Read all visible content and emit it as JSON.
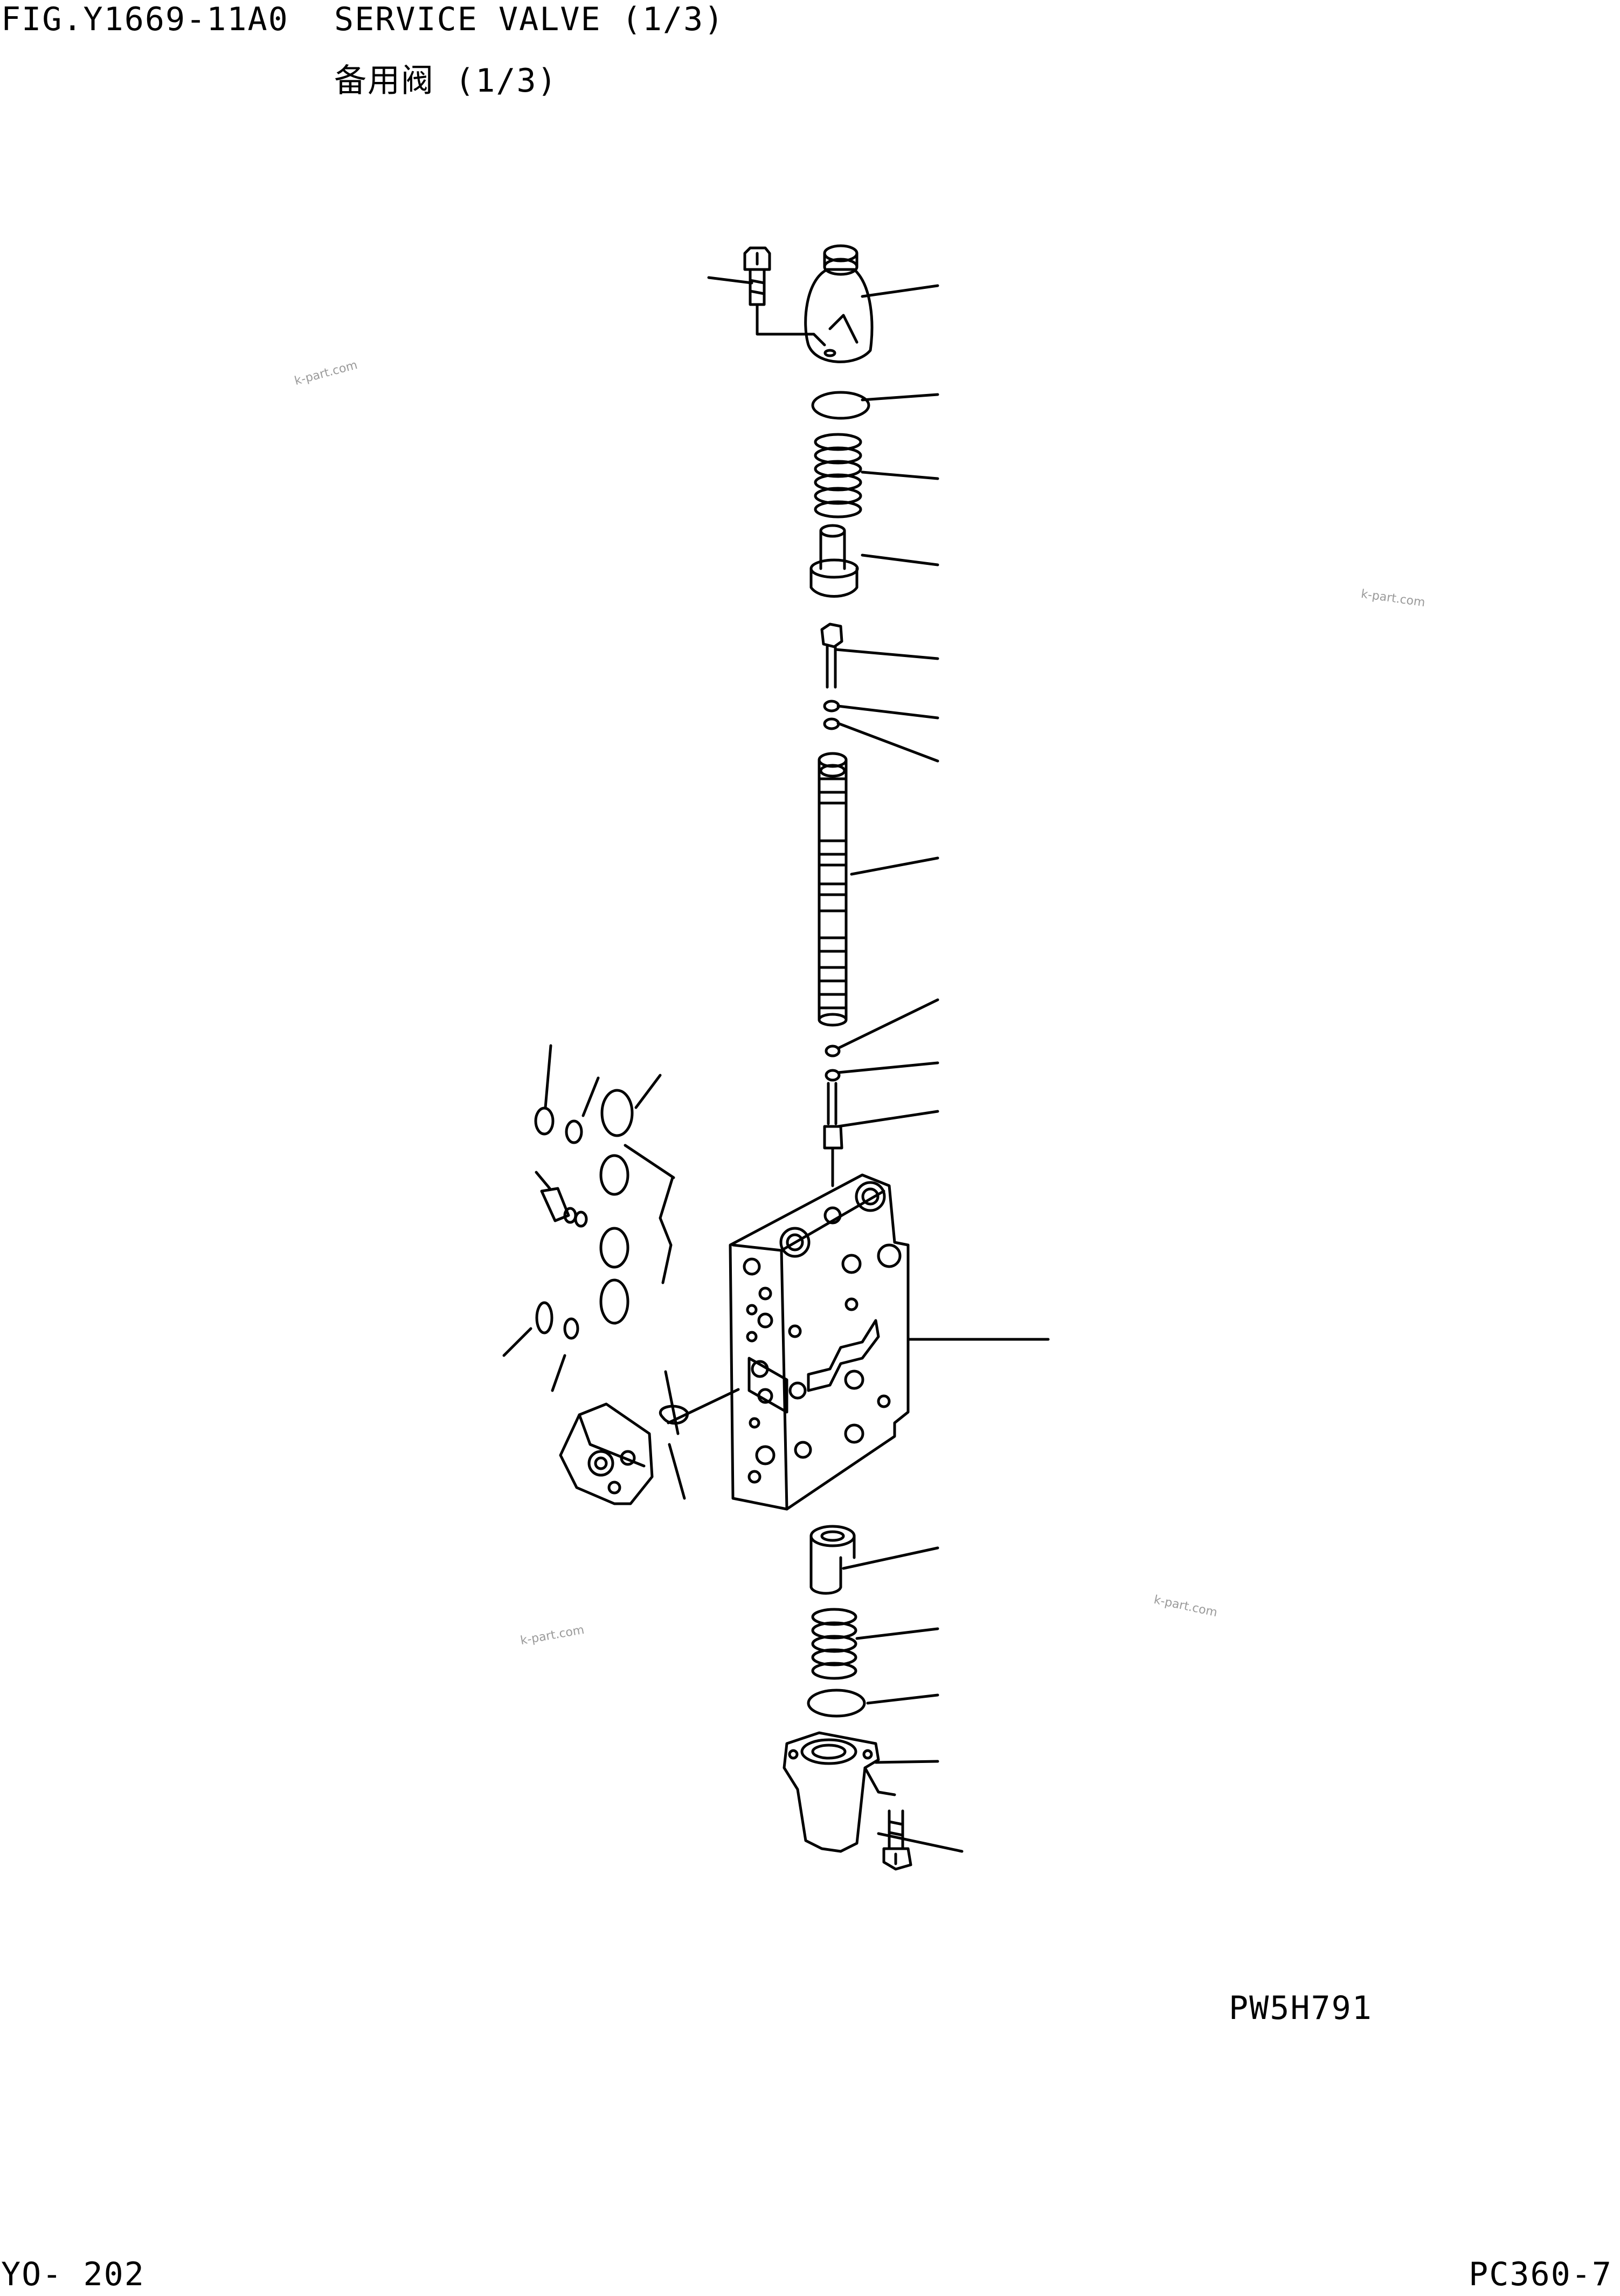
{
  "header": {
    "figure_id": "FIG.Y1669-11A0",
    "title_en": "SERVICE VALVE (1/3)",
    "title_cn": "备用阀 (1/3)"
  },
  "drawing": {
    "code": "PW5H791",
    "watermarks": [
      "k-part.com",
      "k-part.com",
      "k-part.com",
      "k-part.com"
    ]
  },
  "footer": {
    "page": "YO- 202",
    "model": "PC360-7"
  }
}
